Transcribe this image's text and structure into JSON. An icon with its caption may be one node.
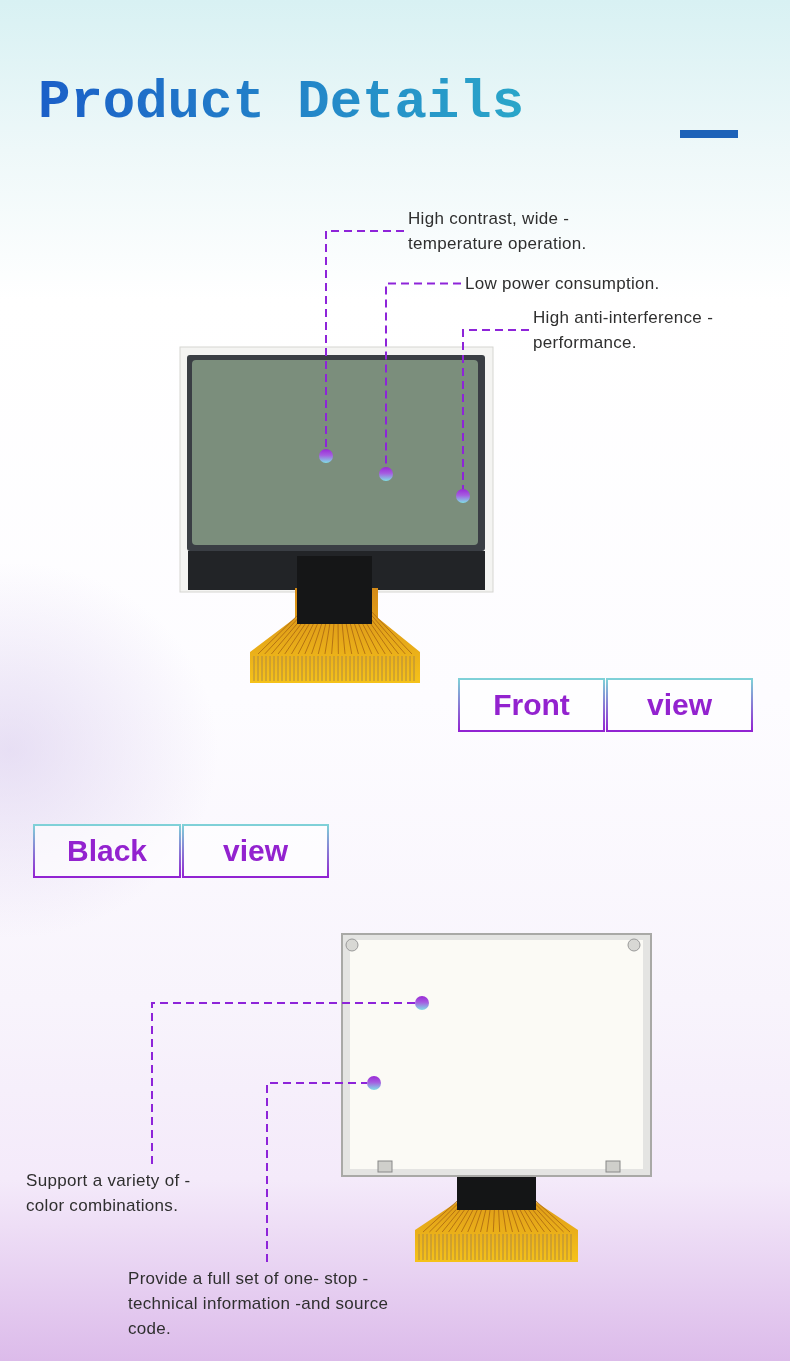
{
  "diagram": {
    "title": "Product Details",
    "nodes": [
      {
        "text": [
          "High contrast, wide -temperature operation."
        ]
      },
      {
        "text": [
          "Low power consumption."
        ]
      },
      {
        "text": [
          "High anti-interference -performance."
        ]
      },
      {
        "text": [],
        "shape": "circle"
      },
      {
        "text": [],
        "shape": "circle"
      },
      {
        "text": [],
        "shape": "circle"
      },
      {
        "text": [
          "Front"
        ]
      },
      {
        "text": [
          "view"
        ]
      },
      {
        "text": [
          "Black"
        ]
      },
      {
        "text": [
          "view"
        ]
      },
      {
        "text": [
          "Support a variety of -color combinations."
        ]
      },
      {
        "text": [
          "Provide a full set of one- stop -technical information -and source code."
        ]
      },
      {
        "text": [],
        "shape": "circle"
      },
      {
        "text": [],
        "shape": "circle"
      }
    ],
    "edges": [
      {
        "from": 0,
        "to": 3,
        "arrow": "none",
        "style": "dashed"
      },
      {
        "from": 1,
        "to": 4,
        "arrow": "none",
        "style": "dashed"
      },
      {
        "from": 2,
        "to": 5,
        "arrow": "none",
        "style": "dashed"
      },
      {
        "from": 10,
        "to": 12,
        "arrow": "none",
        "style": "dashed"
      },
      {
        "from": 11,
        "to": 13,
        "arrow": "none",
        "style": "dashed"
      }
    ]
  }
}
